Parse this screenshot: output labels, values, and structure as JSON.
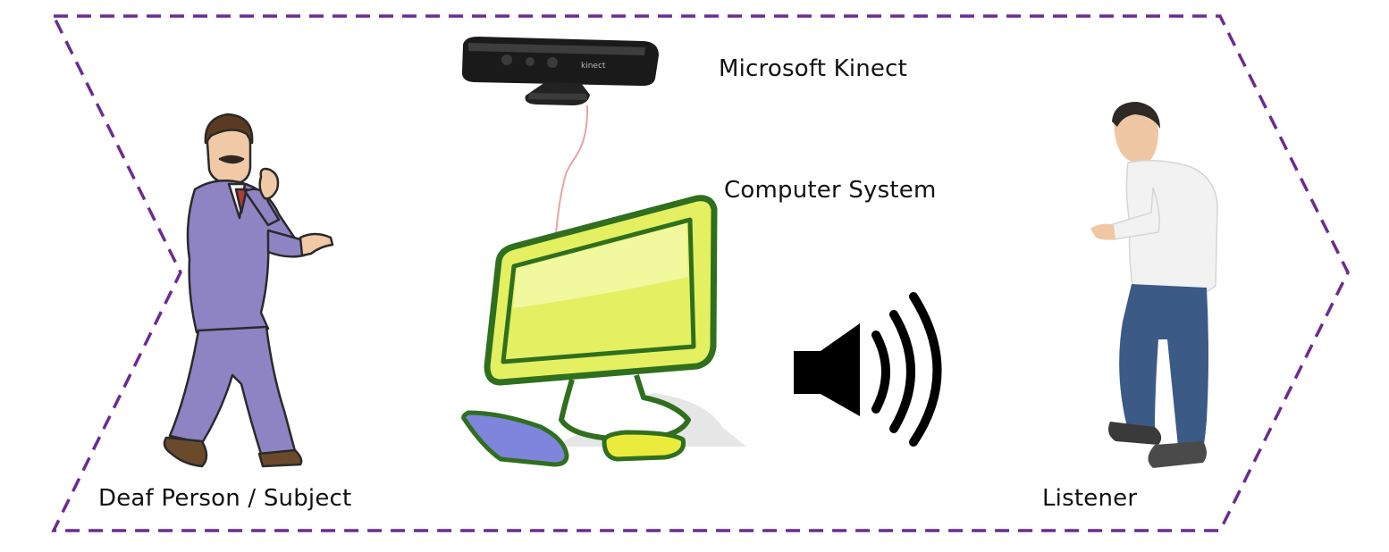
{
  "labels": {
    "kinect": "Microsoft Kinect",
    "computer": "Computer System",
    "deaf_person": "Deaf Person / Subject",
    "listener": "Listener"
  },
  "kinect_brand_text": "kinect",
  "colors": {
    "chevron_border": "#6a2c91",
    "suit": "#8e84c4",
    "screen": "#e4f061",
    "monitor_frame": "#2f6f1e",
    "keyboard": "#7f84dc",
    "mouse": "#eaeb3c",
    "cable": "#e8a3a3",
    "speaker": "#000000",
    "jeans": "#3b5a86",
    "shirt": "#f2f2f2"
  },
  "icons": [
    "kinect-sensor-icon",
    "computer-monitor-icon",
    "keyboard-icon",
    "mouse-icon",
    "speaker-icon",
    "deaf-person-figure",
    "listener-figure"
  ]
}
